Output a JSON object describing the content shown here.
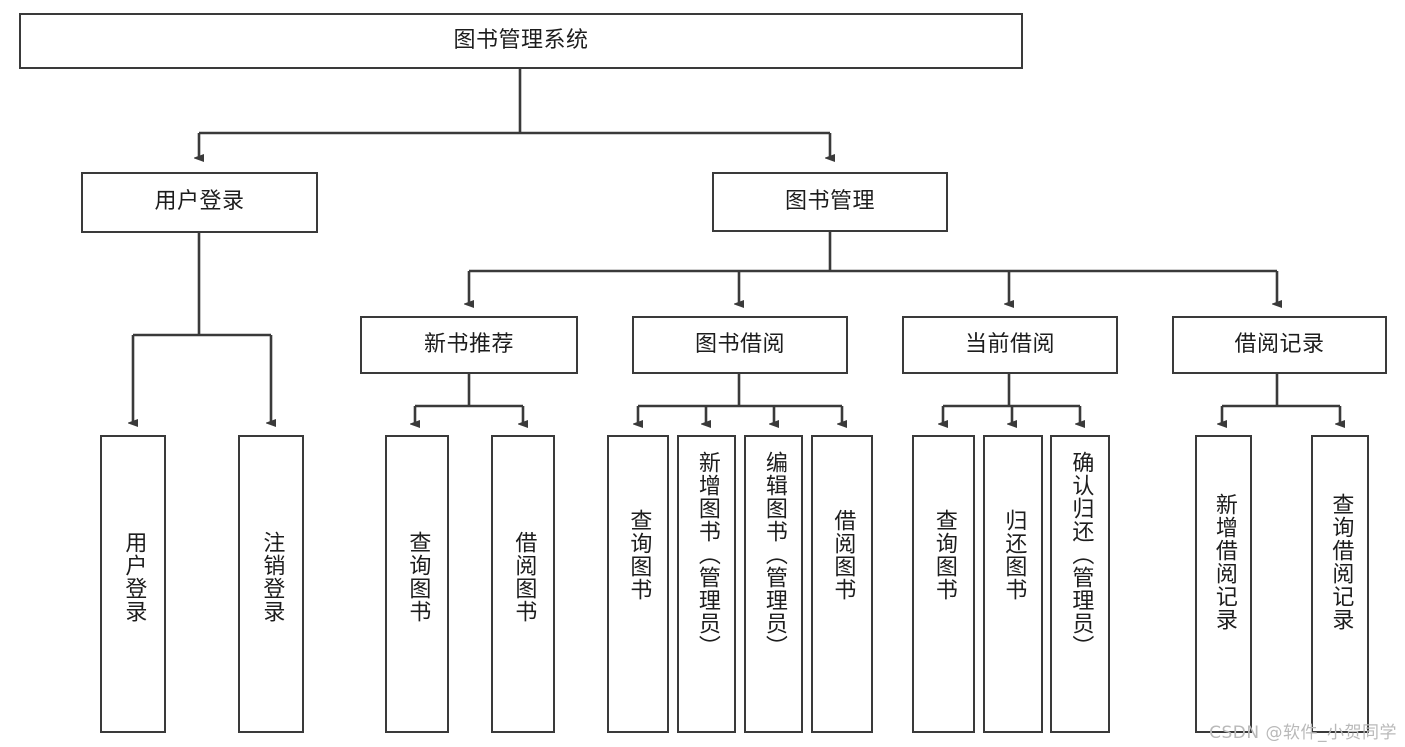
{
  "diagram": {
    "title": "图书管理系统",
    "watermark": "CSDN @软件_小贺同学",
    "colors": {
      "box_border": "#3a3a3a",
      "box_fill": "#ffffff",
      "connector": "#3a3a3a",
      "text": "#1d1d1d",
      "watermark": "#b9b9b9",
      "background": "#ffffff"
    },
    "root": {
      "label": "图书管理系统"
    },
    "level1": [
      {
        "label": "用户登录"
      },
      {
        "label": "图书管理"
      }
    ],
    "level2": [
      {
        "label": "新书推荐"
      },
      {
        "label": "图书借阅"
      },
      {
        "label": "当前借阅"
      },
      {
        "label": "借阅记录"
      }
    ],
    "leaves": {
      "user_login": [
        {
          "label": "用户登录"
        },
        {
          "label": "注销登录"
        }
      ],
      "new_book_recommend": [
        {
          "label": "查询图书"
        },
        {
          "label": "借阅图书"
        }
      ],
      "book_borrow": [
        {
          "label": "查询图书"
        },
        {
          "label": "新增图书（管理员）"
        },
        {
          "label": "编辑图书（管理员）"
        },
        {
          "label": "借阅图书"
        }
      ],
      "current_borrow": [
        {
          "label": "查询图书"
        },
        {
          "label": "归还图书"
        },
        {
          "label": "确认归还（管理员）"
        }
      ],
      "borrow_record": [
        {
          "label": "新增借阅记录"
        },
        {
          "label": "查询借阅记录"
        }
      ]
    }
  }
}
